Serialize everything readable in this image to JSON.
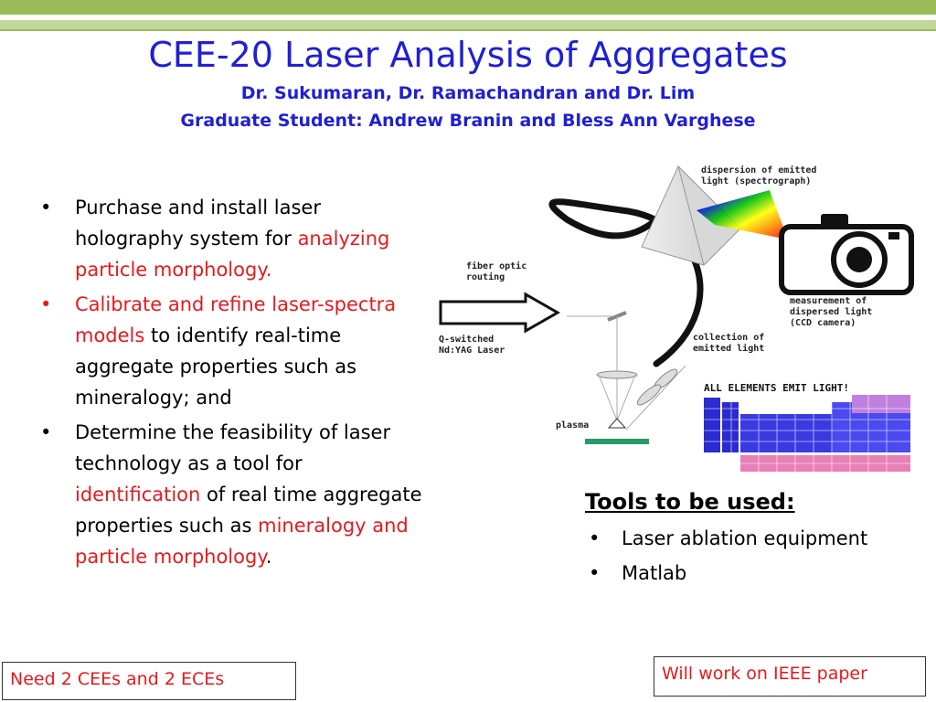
{
  "slide": {
    "title": "CEE-20 Laser Analysis of Aggregates",
    "subtitle1": "Dr. Sukumaran, Dr. Ramachandran and Dr. Lim",
    "subtitle2": "Graduate Student: Andrew Branin and Bless Ann Varghese"
  },
  "bullets": [
    {
      "t1": "Purchase and install laser holography system for ",
      "t2": "analyzing particle morphology."
    },
    {
      "t1": "Calibrate and refine laser-spectra models",
      "t2": " to identify real-time aggregate properties such as mineralogy; and"
    },
    {
      "t1": "Determine the feasibility of laser technology as a tool for ",
      "t2": "identification",
      "t3": " of real time aggregate properties such as ",
      "t4": "mineralogy and particle morphology",
      "t5": "."
    }
  ],
  "bullet_glyph": "•",
  "diagram": {
    "dispersion_1": "dispersion of emitted",
    "dispersion_2": "light (spectrograph)",
    "fiber_1": "fiber optic",
    "fiber_2": "routing",
    "qswitch_1": "Q-switched",
    "qswitch_2": "Nd:YAG Laser",
    "collection_1": "collection of",
    "collection_2": "emitted light",
    "measurement_1": "measurement of",
    "measurement_2": "dispersed light",
    "measurement_3": "(CCD camera)",
    "plasma": "plasma",
    "all_elements": "ALL ELEMENTS EMIT LIGHT!"
  },
  "tools": {
    "title": "Tools to be used:",
    "items": [
      "Laser ablation equipment",
      "Matlab"
    ]
  },
  "notes": {
    "left": "Need 2 CEEs and 2 ECEs",
    "right": "Will work on IEEE paper"
  },
  "colors": {
    "title_blue": "#1f1fd6",
    "accent_red": "#e8191c",
    "header_green": "#9bbb59",
    "header_light_green": "#c3d69b"
  }
}
